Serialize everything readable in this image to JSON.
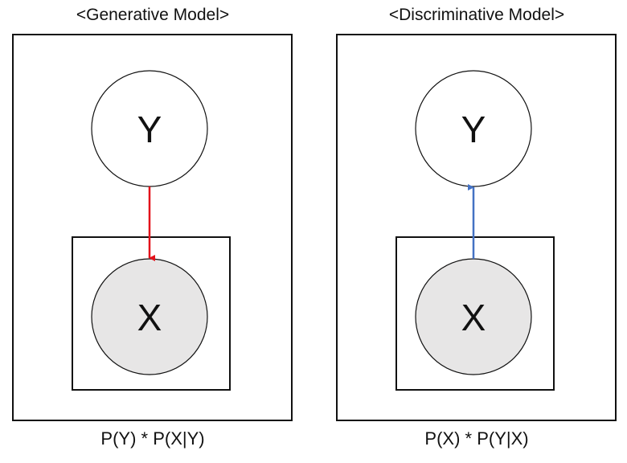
{
  "generative": {
    "title": "<Generative Model>",
    "latent_label": "Y",
    "observed_label": "X",
    "formula": "P(Y) * P(X|Y)",
    "arrow_color": "#e3121b"
  },
  "discriminative": {
    "title": "<Discriminative Model>",
    "latent_label": "Y",
    "observed_label": "X",
    "formula": "P(X) * P(Y|X)",
    "arrow_color": "#4472c4"
  },
  "colors": {
    "latent_fill": "#ffffff",
    "observed_fill": "#e7e6e6",
    "stroke": "#111111"
  }
}
